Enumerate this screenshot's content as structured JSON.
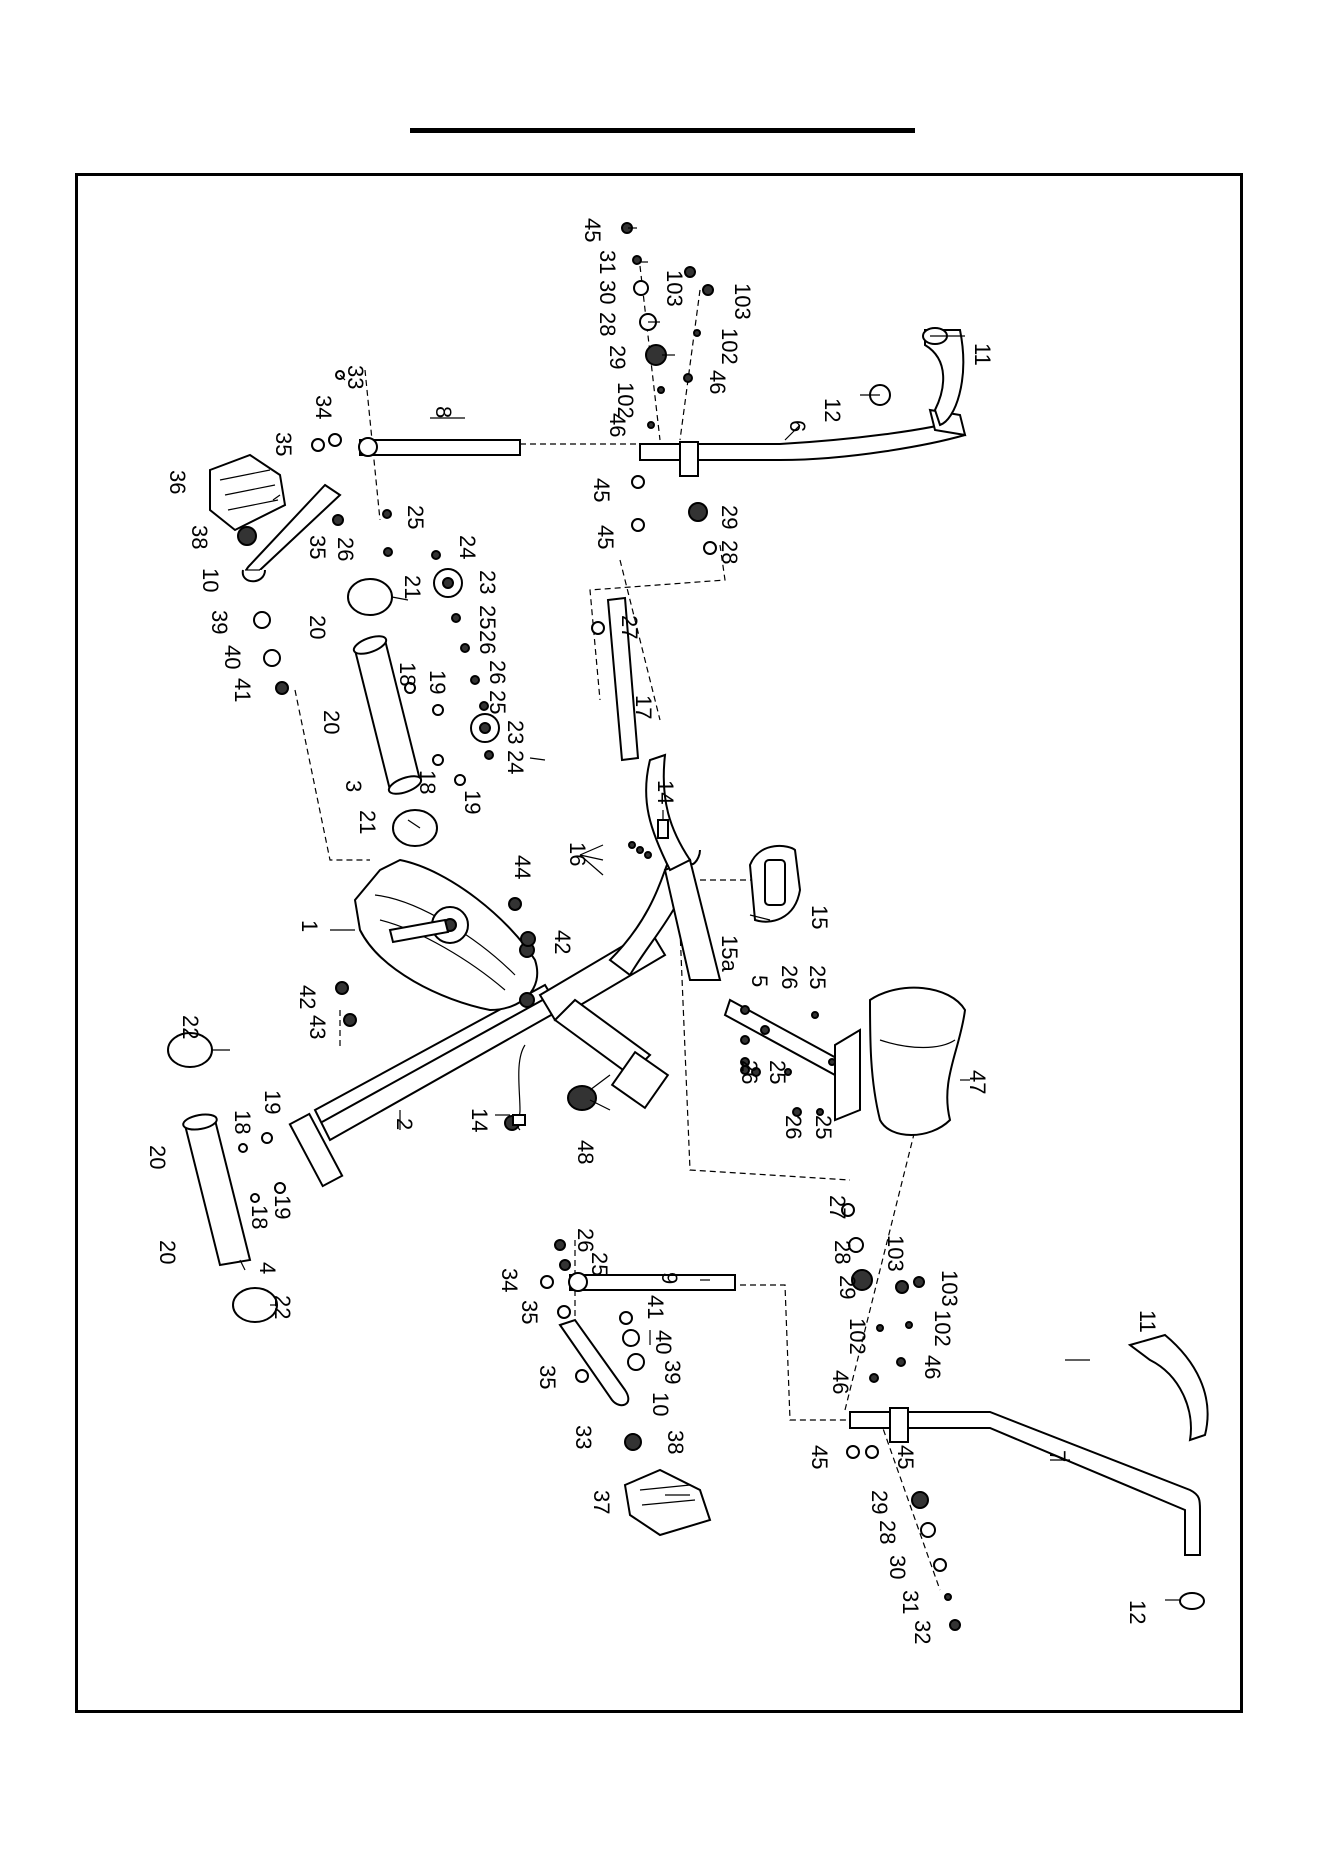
{
  "diagram": {
    "labels": [
      "1",
      "2",
      "3",
      "4",
      "5",
      "6",
      "7",
      "8",
      "9",
      "10",
      "11",
      "12",
      "14",
      "15",
      "15a",
      "16",
      "17",
      "18",
      "19",
      "20",
      "21",
      "22",
      "23",
      "24",
      "25",
      "26",
      "27",
      "28",
      "29",
      "30",
      "31",
      "32",
      "33",
      "34",
      "35",
      "36",
      "37",
      "38",
      "39",
      "40",
      "41",
      "42",
      "43",
      "44",
      "45",
      "46",
      "47",
      "48",
      "102",
      "103"
    ]
  }
}
